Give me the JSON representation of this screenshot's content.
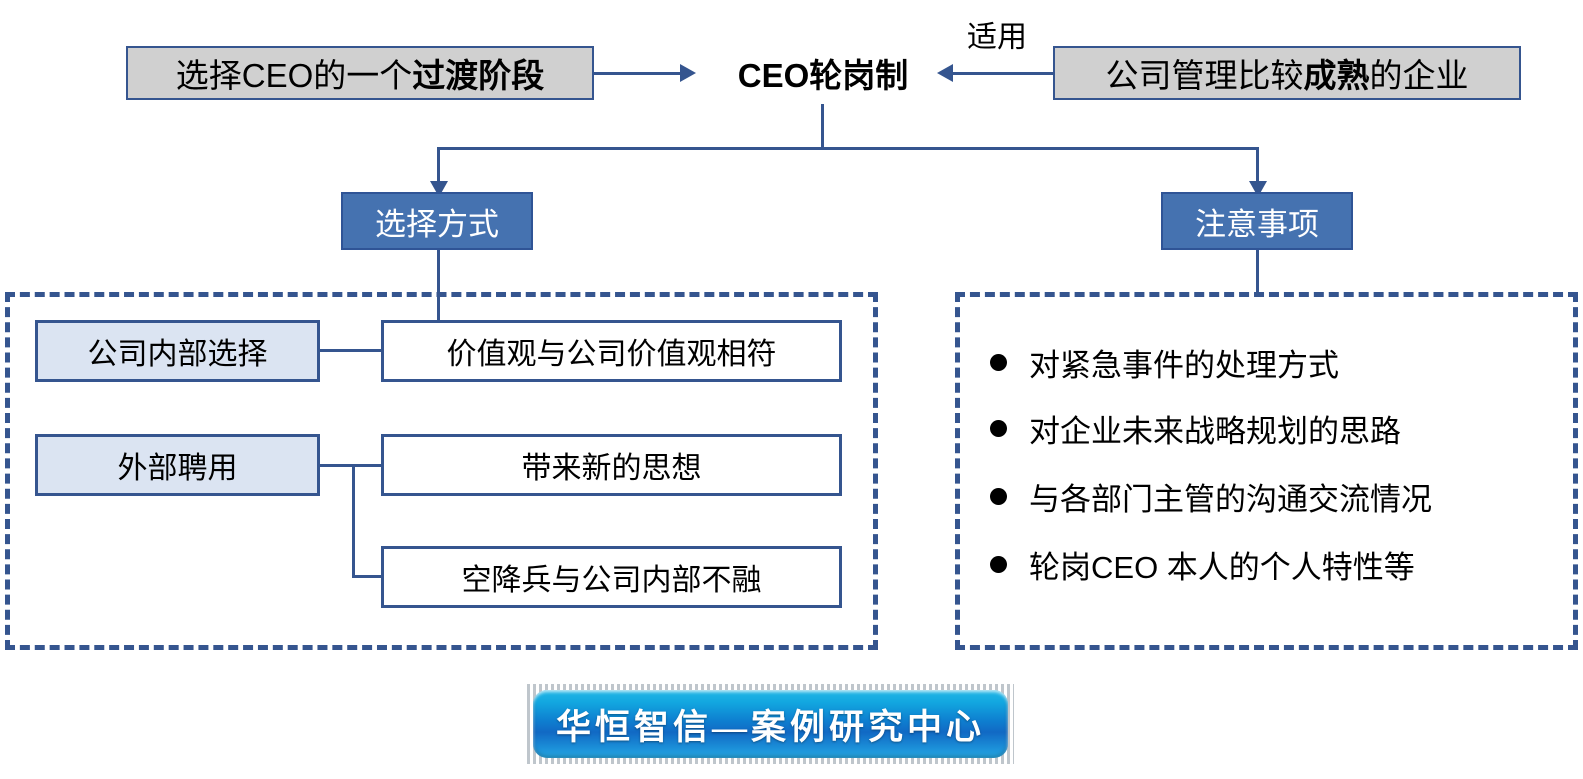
{
  "diagram": {
    "title_center": "CEO轮岗制",
    "top_left_box": {
      "text_plain": "选择CEO的一个",
      "text_bold": "过渡阶段",
      "full": "选择CEO的一个过渡阶段"
    },
    "top_right_box": {
      "text_plain_1": "公司管理比较",
      "text_bold": "成熟",
      "text_plain_2": "的企业",
      "full": "公司管理比较成熟的企业"
    },
    "edge_label_right": "适用",
    "branch_left": "选择方式",
    "branch_right": "注意事项",
    "left_panel": {
      "methods": [
        {
          "label": "公司内部选择"
        },
        {
          "label": "外部聘用"
        }
      ],
      "details": [
        {
          "text": "价值观与公司价值观相符"
        },
        {
          "text": "带来新的思想"
        },
        {
          "text": "空降兵与公司内部不融"
        }
      ]
    },
    "right_panel": {
      "bullets": [
        "对紧急事件的处理方式",
        "对企业未来战略规划的思路",
        "与各部门主管的沟通交流情况",
        "轮岗CEO 本人的个人特性等"
      ]
    },
    "footer_banner": "华恒智信—案例研究中心",
    "colors": {
      "line_blue": "#35558f",
      "fill_blue": "#4572b0",
      "fill_lightblue": "#dbe4f2",
      "fill_gray": "#d0d0d0",
      "banner_cyan": "#22b7e6",
      "banner_blue": "#0e7fd0",
      "text_black": "#000000",
      "text_white": "#ffffff"
    }
  }
}
